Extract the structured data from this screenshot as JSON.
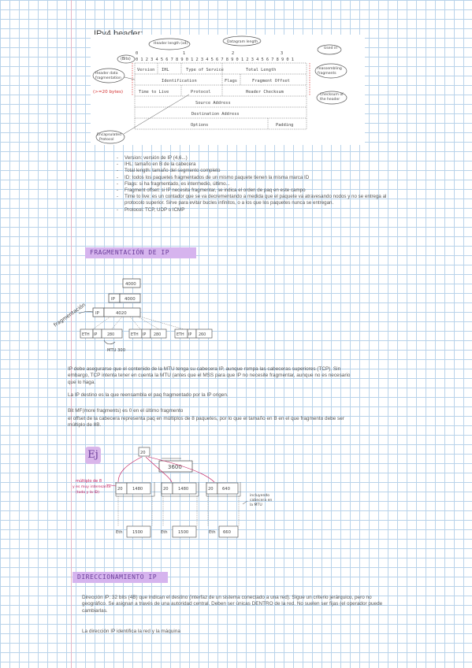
{
  "header_title": "IPv4 header:",
  "ipv4_diagram": {
    "top_label": "Header length (x4)",
    "right_top_label": "Datagram length",
    "bits_label": "(Bits)",
    "left_label_1": "Header data",
    "left_label_2": "fragmentation",
    "size_note": "(>=20 bytes)",
    "right_note_1": "Used in",
    "right_note_2": "reassembling",
    "right_note_3": "fragments",
    "right_note_4": "Checksum of",
    "right_note_5": "the header",
    "bottom_label_1": "Encapsulated",
    "bottom_label_2": "Protocol",
    "bit_markers": [
      "0",
      "1",
      "2",
      "3"
    ],
    "bit_digits": "0 1 2 3 4 5 6 7 8 9 0 1 2 3 4 5 6 7 8 9 0 1 2 3 4 5 6 7 8 9 0 1",
    "rows": [
      [
        "Version",
        "IHL",
        "Type of Service",
        "Total Length"
      ],
      [
        "Identification",
        "Flags",
        "Fragment Offset"
      ],
      [
        "Time to Live",
        "Protocol",
        "Header Checksum"
      ],
      [
        "Source Address"
      ],
      [
        "Destination Address"
      ],
      [
        "Options",
        "Padding"
      ]
    ]
  },
  "notes": [
    "Version: versión de IP (4,6...)",
    "IHL: tamaño en B de la cabecera",
    "Total length: tamaño del segmento completo",
    "ID: todos los paquetes fragmentados de un mismo paquete tienen la misma marca ID",
    "Flags: si ha fragmentado, es intermedio, último...",
    "Fragment offset: si IP necesita fragmentar, se indica el orden de paq en este campo",
    "Time to live: es un contador que se va decrementando a medida que el paquete va atravesando nodos y no se entrega al protocolo superior. Sirve para evitar bucles infinitos, o a los que los paquetes nunca se entregan.",
    "Protocol: TCP, UDP o ICMP"
  ],
  "section_fragmentacion": "FRAGMENTACIÓN DE IP",
  "frag_diagram": {
    "top_value": "4000",
    "ip_label": "IP",
    "ip_value": "4000",
    "mid_ip": "IP",
    "mid_value": "4020",
    "side_label": "fragmentación",
    "frames": [
      {
        "eth": "ETH",
        "ip": "IP",
        "value": "280"
      },
      {
        "eth": "ETH",
        "ip": "IP",
        "value": "280"
      },
      {
        "eth": "ETH",
        "ip": "IP",
        "value": "260"
      }
    ],
    "mtu_note": "MTU 300"
  },
  "para_frag_1": "IP debe asegurarse que el contenido de la MTU tenga su cabecera IP, aunque rompa las cabeceras superiores (TCP). Sin embargo, TCP intenta tener en cuenta la MTU (antes que el MSS para que IP no necesite fragmentar, aunque no es necesario que lo haga.",
  "para_frag_2": "La IP destino es la que reensambla el paq fragmentado por la IP origen.",
  "para_frag_3": "Bit MF(more fragments) es 0 en el último fragmento",
  "para_frag_4": "el offset de la cabecera representa paq en múltiplos de 8 paquetes, por lo que el tamaño en B en el que fragmento debe ser múltiplo de 8B.",
  "example_label": "Ej",
  "example_diagram": {
    "top_ip": "20",
    "top_value": "3600",
    "left_note_1": "múltiplo de 8",
    "left_note_2": "y es muy interesante",
    "left_note_3": "(todo y la ID)",
    "frags": [
      {
        "a": "20",
        "b": "1480",
        "eth": "Eth",
        "size": "1500"
      },
      {
        "a": "20",
        "b": "1480",
        "eth": "Eth",
        "size": "1500"
      },
      {
        "a": "20",
        "b": "640",
        "eth": "Eth",
        "size": "660"
      }
    ],
    "right_note_1": "incluyendo",
    "right_note_2": "cabecera en",
    "right_note_3": "la MTU"
  },
  "section_direccionamiento": "DIRECCIONAMIENTO IP",
  "para_dir_1": "Dirección IP: 32 bits (4B) que indican el destino (interfaz de un sistema conectado a una red). Sigue un criterio jerárquico, pero no geográfico. Se asignan a través de una autoridad central. Deben ser únicas DENTRO de la red. No suelen ser fijas (el operador puede cambiarlas.",
  "para_dir_2": "La dirección IP identifica la red y la máquina"
}
